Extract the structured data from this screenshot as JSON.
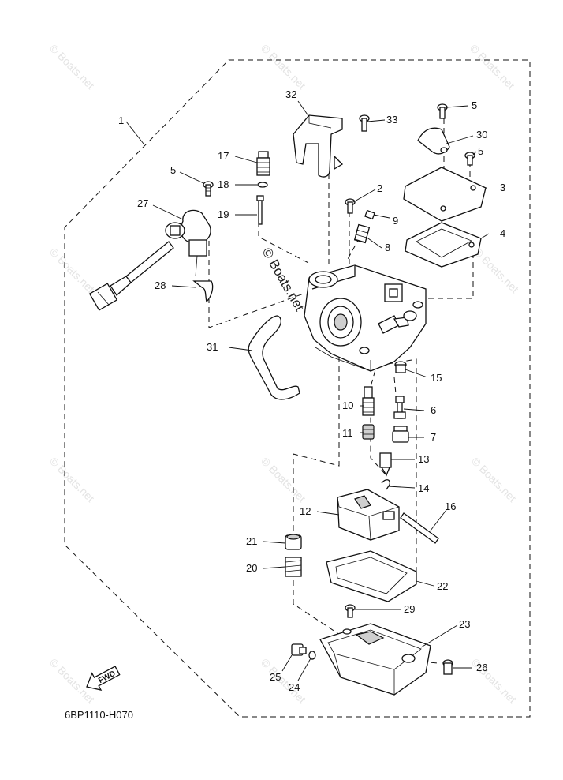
{
  "diagram": {
    "code": "6BP1110-H070",
    "watermark_text": "© Boats.net",
    "fwd_label": "FWD",
    "callouts": [
      "1",
      "2",
      "3",
      "4",
      "5",
      "5",
      "5",
      "6",
      "7",
      "8",
      "9",
      "10",
      "11",
      "12",
      "13",
      "14",
      "15",
      "16",
      "17",
      "18",
      "19",
      "20",
      "21",
      "22",
      "23",
      "24",
      "25",
      "26",
      "27",
      "28",
      "29",
      "30",
      "31",
      "32",
      "33"
    ]
  }
}
